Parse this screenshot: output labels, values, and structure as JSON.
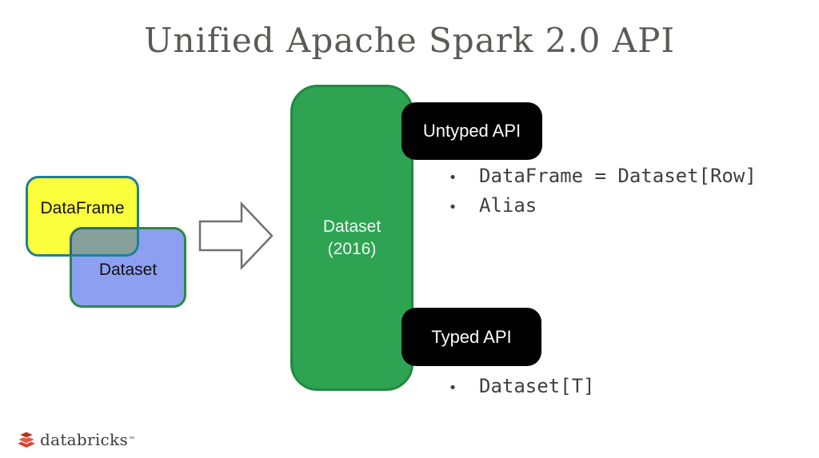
{
  "title": "Unified Apache Spark 2.0 API",
  "diagram": {
    "dataframe_box": {
      "label": "DataFrame"
    },
    "dataset_box": {
      "label": "Dataset"
    },
    "dataset_2016_box": {
      "line1": "Dataset",
      "line2": "(2016)"
    },
    "untyped_api": {
      "label": "Untyped API",
      "bullet_char": "•",
      "bullets": [
        "DataFrame = Dataset[Row]",
        "Alias"
      ]
    },
    "typed_api": {
      "label": "Typed API",
      "bullet_char": "•",
      "bullets": [
        "Dataset[T]"
      ]
    }
  },
  "colors": {
    "dataframe_fill": "#fbff3c",
    "dataframe_border": "#1c7f9d",
    "dataset_fill": "#8c9ff0",
    "dataset_border": "#2c8a43",
    "overlap_fill": "#87a09b",
    "dataset2016_fill": "#2ea352",
    "dataset2016_border": "#1f8a40",
    "api_chip_fill": "#010101",
    "title_text": "#5a5a58",
    "bullet_text": "#3f3f3f",
    "logo_red": "#d6422f"
  },
  "footer": {
    "logo_text": "databricks",
    "trademark": "™"
  }
}
